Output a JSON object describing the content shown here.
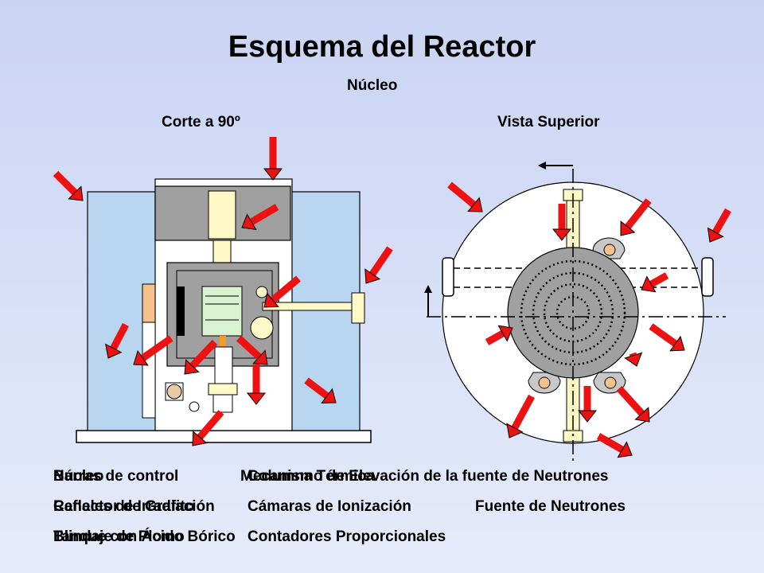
{
  "title": "Esquema del Reactor",
  "labels": {
    "nucleo": "Núcleo",
    "corte": "Corte a 90º",
    "vista": "Vista Superior"
  },
  "legend": [
    "Barras de control",
    "Núcleo",
    "Columna Térmica",
    "Mecanismo de Elevación de la fuente de Neutrones",
    "Reflector de Grafito",
    "Canales de Irradiación",
    "Cámaras de Ionización",
    "Fuente de Neutrones",
    "Blindaje de Plomo",
    "Tanque con Ácido Bórico",
    "Contadores Proporcionales"
  ],
  "colors": {
    "arrow": "#ee1111",
    "water": "#b8d6ef",
    "core": "#a0a0a0",
    "fuel": "#fff9c8",
    "element": "#d9f2d0"
  }
}
